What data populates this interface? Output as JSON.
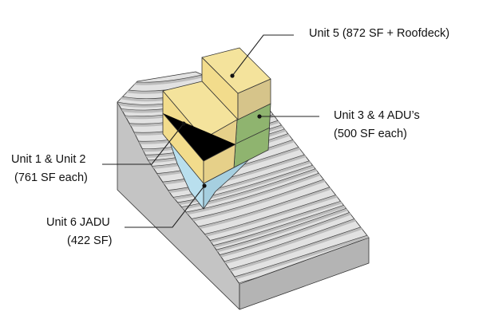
{
  "labels": {
    "unit5": "Unit 5 (872 SF + Roofdeck)",
    "unit34_line1": "Unit 3 & 4 ADU’s",
    "unit34_line2": "(500 SF each)",
    "unit12_line1": "Unit 1 & Unit 2",
    "unit12_line2": "(761 SF each)",
    "unit6_line1": "Unit 6 JADU",
    "unit6_line2": "(422 SF)"
  },
  "colors": {
    "unit12": "#f2dc8c",
    "unit12_side": "#e6d089",
    "unit5_side": "#d6c48a",
    "unit34": "#8fb46f",
    "unit6": "#b9dfee",
    "terrain_top": "#e2e2e2",
    "terrain_side": "#c4c4c4"
  }
}
